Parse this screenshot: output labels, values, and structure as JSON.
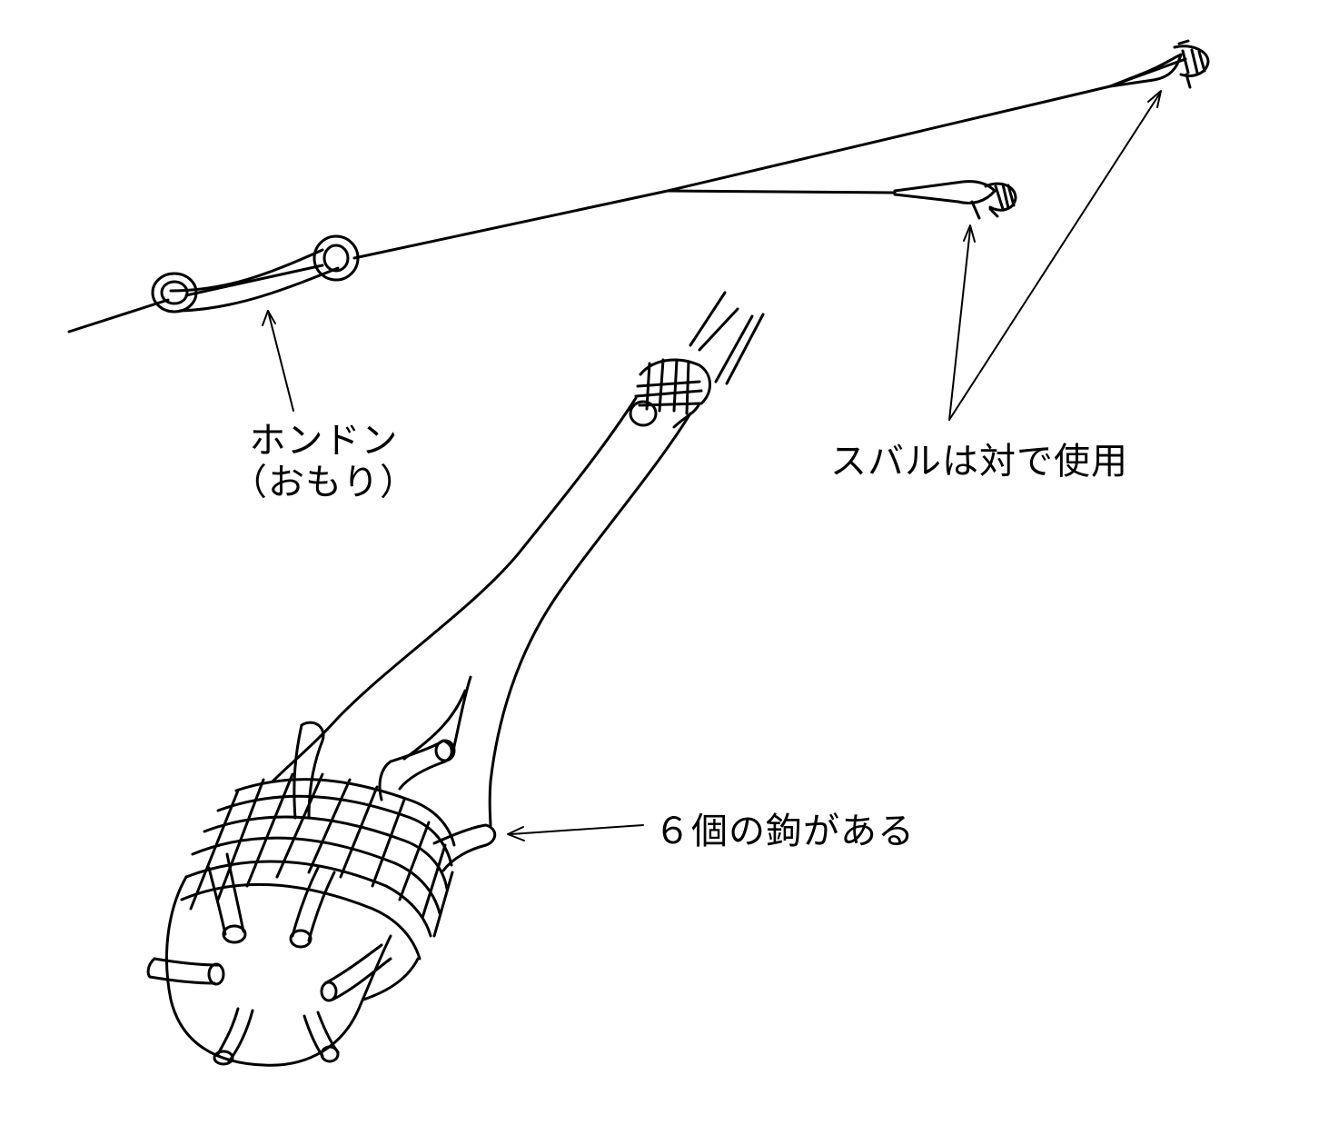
{
  "labels": {
    "sinker_line1": "ホンドン",
    "sinker_line2": "（おもり）",
    "subaru": "スバルは対で使用",
    "hooks": "６個の鉤がある"
  },
  "colors": {
    "ink": "#000000",
    "paper": "#ffffff"
  }
}
